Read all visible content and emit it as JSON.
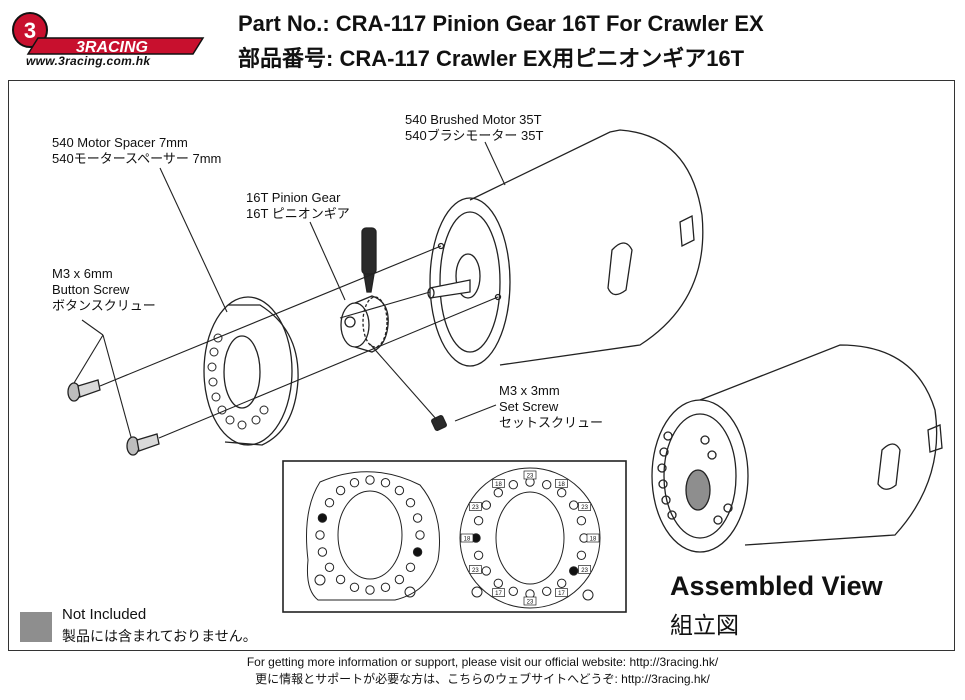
{
  "header": {
    "logo_text": "3RACING",
    "logo_url": "www.3racing.com.hk",
    "title_line1": "Part No.: CRA-117  Pinion Gear 16T For Crawler EX",
    "title_line2": "部品番号: CRA-117  Crawler EX用ピニオンギア16T"
  },
  "callouts": {
    "motor": {
      "line1": "540  Brushed Motor 35T",
      "line2": "540ブラシモーター 35T"
    },
    "spacer": {
      "line1": "540 Motor Spacer 7mm",
      "line2": "540モータースペーサー 7mm"
    },
    "pinion": {
      "line1": "16T Pinion Gear",
      "line2": "16T ピニオンギア"
    },
    "button_screw": {
      "line1": "M3 x 6mm",
      "line2": "Button Screw",
      "line3": "ボタンスクリュー"
    },
    "set_screw": {
      "line1": "M3 x 3mm",
      "line2": "Set Screw",
      "line3": "セットスクリュー"
    }
  },
  "assembled": {
    "label_en": "Assembled View",
    "label_jp": "組立図"
  },
  "legend": {
    "not_included_en": "Not Included",
    "not_included_jp": "製品には含まれておりません。",
    "swatch_color": "#8e8e8e"
  },
  "spacer_detail": {
    "tooth_labels": [
      "23",
      "18",
      "23",
      "18",
      "23",
      "17",
      "23",
      "17",
      "23",
      "18",
      "23",
      "18"
    ]
  },
  "footer": {
    "line1": "For getting more information or support, please visit our official website: http://3racing.hk/",
    "line2": "更に情報とサポートが必要な方は、こちらのウェブサイトへどうぞ: http://3racing.hk/"
  },
  "colors": {
    "logo_red": "#c8102e",
    "line": "#222222"
  }
}
